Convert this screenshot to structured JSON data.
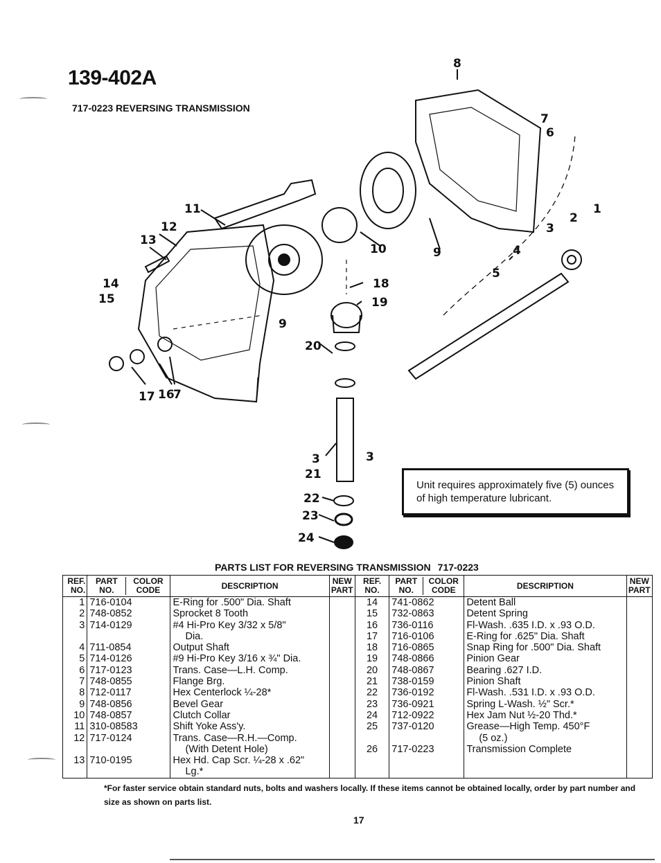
{
  "header": {
    "model": "139-402A",
    "subtitle": "717-0223 REVERSING TRANSMISSION"
  },
  "diagram": {
    "callouts": [
      "8",
      "7",
      "6",
      "11",
      "12",
      "13",
      "10",
      "9",
      "2",
      "1",
      "3",
      "4",
      "5",
      "18",
      "19",
      "14",
      "15",
      "9",
      "20",
      "17",
      "16",
      "7",
      "3",
      "3",
      "21",
      "22",
      "23",
      "24"
    ]
  },
  "note": {
    "text": "Unit requires approximately five (5) ounces of high temperature lubricant."
  },
  "parts_list": {
    "title": "PARTS LIST FOR REVERSING TRANSMISSION",
    "number": "717-0223",
    "headers": {
      "ref": [
        "REF.",
        "NO."
      ],
      "part": [
        "PART",
        "NO."
      ],
      "color": [
        "COLOR",
        "CODE"
      ],
      "description": "DESCRIPTION",
      "new": [
        "NEW",
        "PART"
      ]
    },
    "left_rows": [
      {
        "ref": "1",
        "part": "716-0104",
        "desc": [
          "E-Ring for .500\" Dia. Shaft"
        ]
      },
      {
        "ref": "2",
        "part": "748-0852",
        "desc": [
          "Sprocket 8 Tooth"
        ]
      },
      {
        "ref": "3",
        "part": "714-0129",
        "desc": [
          "#4 Hi-Pro Key 3/32 x 5/8\"",
          "Dia."
        ]
      },
      {
        "ref": "4",
        "part": "711-0854",
        "desc": [
          "Output Shaft"
        ]
      },
      {
        "ref": "5",
        "part": "714-0126",
        "desc": [
          "#9 Hi-Pro Key 3/16 x ¾\" Dia."
        ]
      },
      {
        "ref": "6",
        "part": "717-0123",
        "desc": [
          "Trans. Case—L.H. Comp."
        ]
      },
      {
        "ref": "7",
        "part": "748-0855",
        "desc": [
          "Flange Brg."
        ]
      },
      {
        "ref": "8",
        "part": "712-0117",
        "desc": [
          "Hex Centerlock ¼-28*"
        ]
      },
      {
        "ref": "9",
        "part": "748-0856",
        "desc": [
          "Bevel Gear"
        ]
      },
      {
        "ref": "10",
        "part": "748-0857",
        "desc": [
          "Clutch Collar"
        ]
      },
      {
        "ref": "11",
        "part": "310-08583",
        "desc": [
          "Shift Yoke Ass'y."
        ]
      },
      {
        "ref": "12",
        "part": "717-0124",
        "desc": [
          "Trans.   Case—R.H.—Comp.",
          "(With Detent Hole)"
        ]
      },
      {
        "ref": "13",
        "part": "710-0195",
        "desc": [
          "Hex Hd. Cap Scr. ¼-28 x .62\"",
          "Lg.*"
        ]
      }
    ],
    "right_rows": [
      {
        "ref": "14",
        "part": "741-0862",
        "desc": [
          "Detent Ball"
        ]
      },
      {
        "ref": "15",
        "part": "732-0863",
        "desc": [
          "Detent Spring"
        ]
      },
      {
        "ref": "16",
        "part": "736-0116",
        "desc": [
          "Fl-Wash. .635 I.D. x .93 O.D."
        ]
      },
      {
        "ref": "17",
        "part": "716-0106",
        "desc": [
          "E-Ring for .625\" Dia. Shaft"
        ]
      },
      {
        "ref": "18",
        "part": "716-0865",
        "desc": [
          "Snap Ring for .500\" Dia. Shaft"
        ]
      },
      {
        "ref": "19",
        "part": "748-0866",
        "desc": [
          "Pinion Gear"
        ]
      },
      {
        "ref": "20",
        "part": "748-0867",
        "desc": [
          "Bearing .627 I.D."
        ]
      },
      {
        "ref": "21",
        "part": "738-0159",
        "desc": [
          "Pinion Shaft"
        ]
      },
      {
        "ref": "22",
        "part": "736-0192",
        "desc": [
          "Fl-Wash. .531 I.D. x .93 O.D."
        ]
      },
      {
        "ref": "23",
        "part": "736-0921",
        "desc": [
          "Spring L-Wash. ½\" Scr.*"
        ]
      },
      {
        "ref": "24",
        "part": "712-0922",
        "desc": [
          "Hex Jam Nut ½-20 Thd.*"
        ]
      },
      {
        "ref": "25",
        "part": "737-0120",
        "desc": [
          "Grease—High Temp. 450°F",
          "(5 oz.)"
        ]
      },
      {
        "ref": "26",
        "part": "717-0223",
        "desc": [
          "Transmission Complete"
        ]
      }
    ]
  },
  "footnote": "*For faster service obtain standard nuts, bolts and washers locally. If these items cannot be obtained locally, order by part number and size as shown on parts list.",
  "page_number": "17"
}
